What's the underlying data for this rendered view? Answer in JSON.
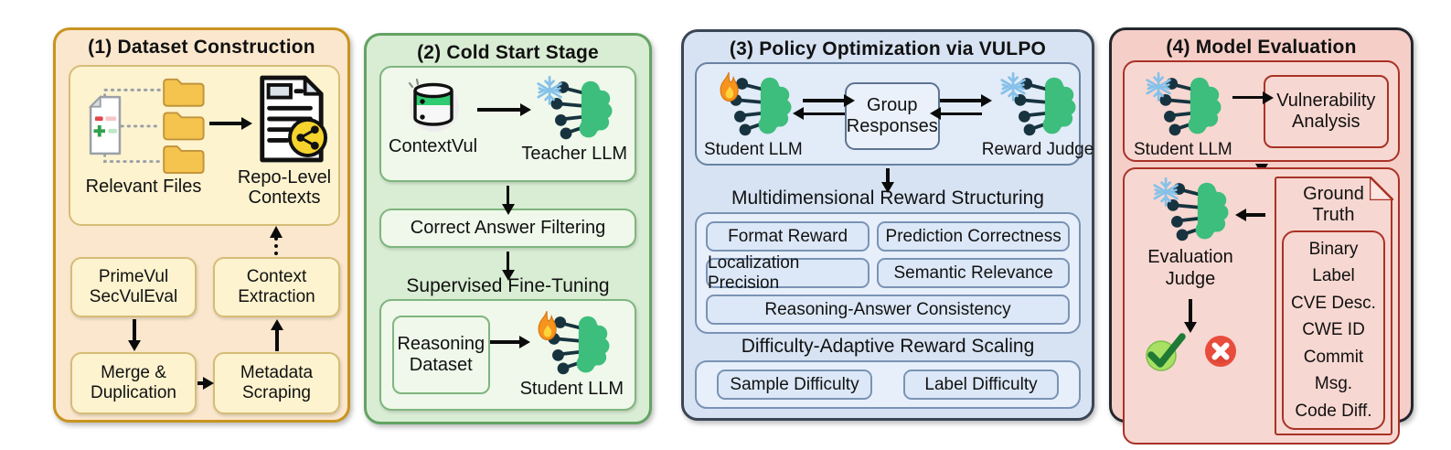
{
  "p1": {
    "title": "(1) Dataset Construction",
    "relevant_files": "Relevant Files",
    "repo_contexts": "Repo-Level Contexts",
    "primevul": "PrimeVul SecVulEval",
    "context_extraction": "Context Extraction",
    "merge": "Merge & Duplication",
    "metadata": "Metadata Scraping"
  },
  "p2": {
    "title": "(2) Cold Start Stage",
    "contextvul": "ContextVul",
    "teacher": "Teacher LLM",
    "filtering": "Correct Answer Filtering",
    "sft": "Supervised Fine-Tuning",
    "reasoning": "Reasoning Dataset",
    "student": "Student LLM"
  },
  "p3": {
    "title": "(3) Policy Optimization via VULPO",
    "student": "Student LLM",
    "group": "Group Responses",
    "judge": "Reward Judge",
    "mrs": "Multidimensional Reward Structuring",
    "rewards": [
      "Format Reward",
      "Prediction Correctness",
      "Localization Precision",
      "Semantic Relevance",
      "Reasoning-Answer Consistency"
    ],
    "dars": "Difficulty-Adaptive Reward Scaling",
    "difficulties": [
      "Sample Difficulty",
      "Label Difficulty"
    ]
  },
  "p4": {
    "title": "(4) Model Evaluation",
    "student": "Student LLM",
    "vuln": "Vulnerability Analysis",
    "judge": "Evaluation Judge",
    "ground_truth": "Ground Truth",
    "gt_items": [
      "Binary Label",
      "CVE Desc.",
      "CWE ID",
      "Commit Msg.",
      "Code Diff."
    ]
  },
  "colors": {
    "panel1_fill": "#FBE7CD",
    "panel1_border": "#C9941F",
    "panel2_fill": "#D9EDD4",
    "panel2_border": "#63A363",
    "panel3_fill": "#D7E3F3",
    "panel3_border": "#3A4656",
    "panel4_fill": "#F5CEC8",
    "panel4_border": "#24272C",
    "panel4_inner_border": "#A93226",
    "llm_green": "#3DBE7C",
    "snowflake_blue": "#85C1E9",
    "fire_orange": "#F7941D",
    "check_green": "#1E7A34",
    "cross_red": "#E84C3D",
    "folder_yellow": "#F4C44E",
    "share_badge_yellow": "#F6D32D",
    "arrow_black": "#0B0B0B"
  }
}
